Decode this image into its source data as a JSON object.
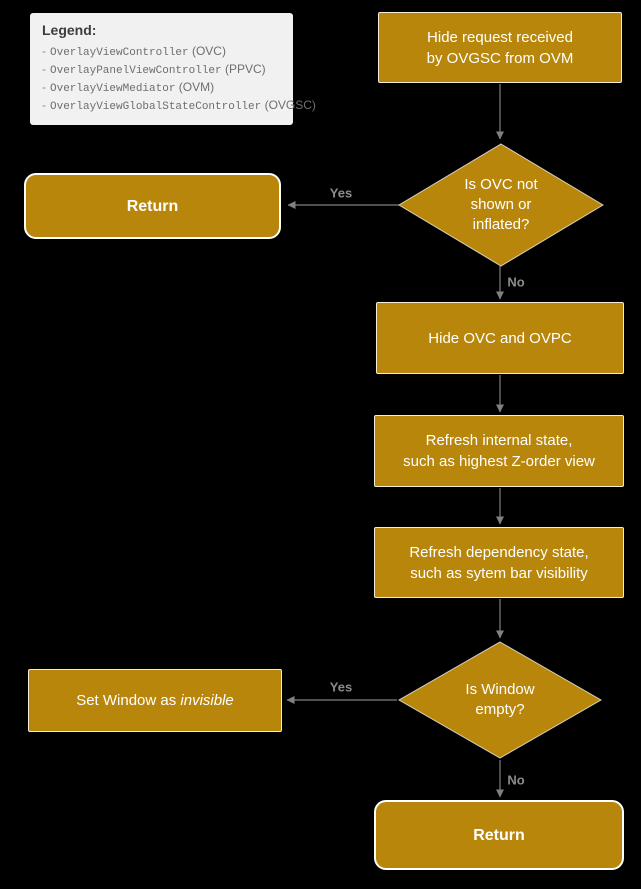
{
  "colors": {
    "background": "#000000",
    "node_gold": "#b8860b",
    "node_text": "#ffffff",
    "connector_gray": "#808080",
    "edge_label_gray": "#8c8c8c",
    "legend_background": "#f1f1f2",
    "legend_text": "#6e6e6e"
  },
  "legend": {
    "title": "Legend:",
    "bullet": "-",
    "items": [
      {
        "mono": "OverlayViewController",
        "abbr": "(OVC)"
      },
      {
        "mono": "OverlayPanelViewController",
        "abbr": "(PPVC)"
      },
      {
        "mono": "OverlayViewMediator",
        "abbr": "(OVM)"
      },
      {
        "mono": "OverlayViewGlobalStateController",
        "abbr": "(OVGSC)"
      }
    ]
  },
  "nodes": {
    "start": {
      "line1": "Hide request received",
      "line2": "by OVGSC from OVM"
    },
    "decision1": {
      "line1": "Is OVC not",
      "line2": "shown or",
      "line3": "inflated?"
    },
    "return_top": {
      "label": "Return"
    },
    "hide_ovc": {
      "label": "Hide OVC and OVPC"
    },
    "refresh_internal": {
      "line1": "Refresh internal state,",
      "line2": "such as highest Z-order view"
    },
    "refresh_dependency": {
      "line1": "Refresh dependency state,",
      "line2": "such as sytem bar visibility"
    },
    "decision2": {
      "line1": "Is Window",
      "line2": "empty?"
    },
    "set_window": {
      "prefix": "Set Window as ",
      "italic": "invisible"
    },
    "return_bottom": {
      "label": "Return"
    }
  },
  "edge_labels": {
    "yes1": "Yes",
    "no1": "No",
    "yes2": "Yes",
    "no2": "No"
  }
}
